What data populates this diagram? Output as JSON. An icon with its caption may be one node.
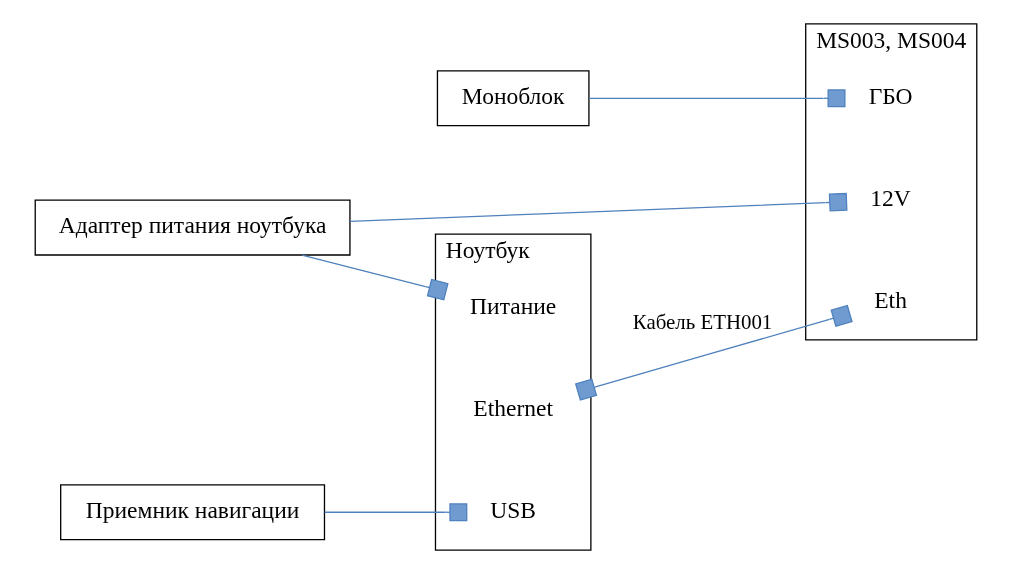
{
  "diagram": {
    "nodes": [
      {
        "text": [
          "Ноутбук"
        ]
      },
      {
        "text": [
          "USB"
        ],
        "in": 0
      },
      {
        "text": [
          "Ethernet"
        ],
        "in": 0
      },
      {
        "text": [
          "Питание"
        ],
        "in": 0
      },
      {
        "text": [
          "Приемник навигации"
        ]
      },
      {
        "text": [
          "Моноблок"
        ]
      },
      {
        "text": [
          "MS003, MS004"
        ]
      },
      {
        "text": [
          "ГБО"
        ],
        "in": 6
      },
      {
        "text": [
          "Eth"
        ],
        "in": 6
      },
      {
        "text": [
          "12V"
        ],
        "in": 6
      },
      {
        "text": [
          "Адаптер питания ноутбука"
        ]
      }
    ],
    "edges": [
      {
        "from": 4,
        "to": 1,
        "arrow": "other"
      },
      {
        "from": 5,
        "to": 7,
        "arrow": "other"
      },
      {
        "from": 2,
        "to": 8,
        "arrow": "other",
        "label": "Кабель ETH001"
      },
      {
        "from": 10,
        "to": 3,
        "arrow": "other"
      },
      {
        "from": 10,
        "to": 9,
        "arrow": "other"
      }
    ]
  }
}
